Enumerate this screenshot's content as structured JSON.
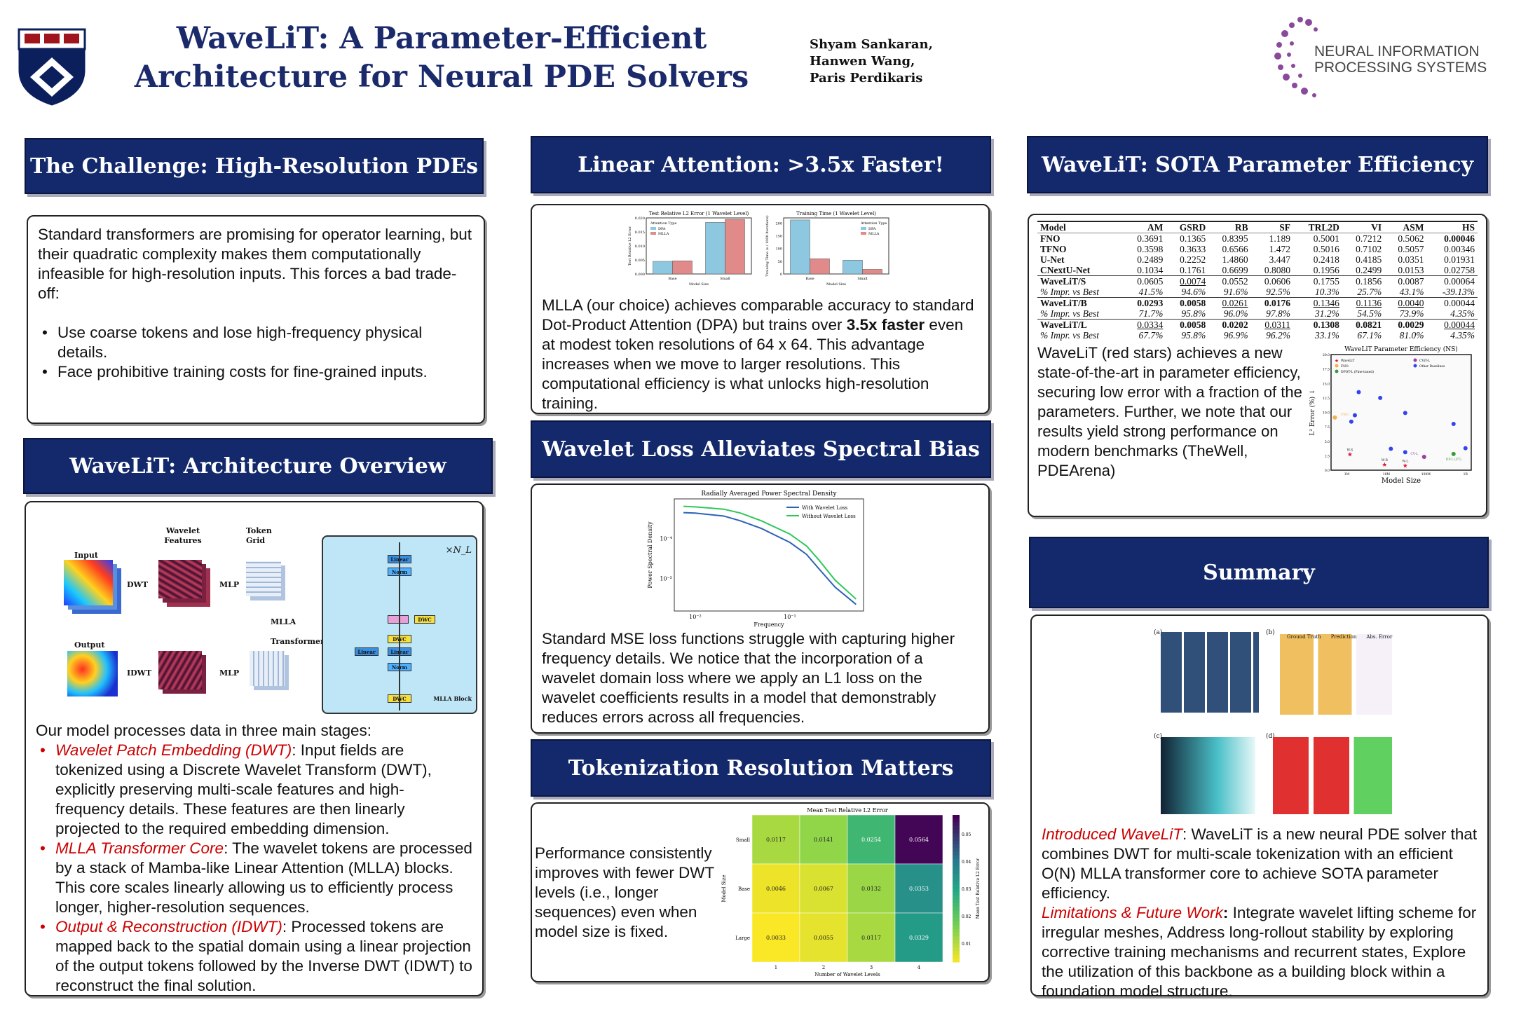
{
  "header": {
    "title_line1": "WaveLiT: A Parameter-Efficient",
    "title_line2": "Architecture for Neural PDE Solvers",
    "authors": [
      "Shyam Sankaran,",
      "Hanwen Wang,",
      "Paris Perdikaris"
    ],
    "neurips_line1": "NEURAL INFORMATION",
    "neurips_line2": "PROCESSING SYSTEMS"
  },
  "colors": {
    "navy": "#13296b",
    "accent_red": "#cc0000"
  },
  "challenge": {
    "heading": "The Challenge: High-Resolution PDEs",
    "body": "Standard transformers are promising for operator learning, but their quadratic complexity makes them computationally infeasible for high-resolution inputs. This forces a bad trade-off:",
    "bullets": [
      "Use coarse tokens and lose high-frequency physical details.",
      "Face prohibitive training costs for fine-grained inputs."
    ]
  },
  "architecture": {
    "heading": "WaveLiT: Architecture Overview",
    "diagram": {
      "input": "Input",
      "wavelet_features": "Wavelet Features",
      "token_grid": "Token Grid",
      "output": "Output",
      "dwt": "DWT",
      "idwt": "IDWT",
      "mlp": "MLP",
      "mlla_transformer": "MLLA Transformer",
      "repeat": "×N_L",
      "mlla_block": "MLLA Block",
      "linear": "Linear",
      "norm": "Norm",
      "dwc": "DWC"
    },
    "intro": "Our model processes data in three main stages:",
    "stages": [
      {
        "name": "Wavelet Patch Embedding (DWT)",
        "text": ": Input fields are tokenized using a Discrete Wavelet Transform (DWT), explicitly preserving multi-scale features and high-frequency details. These features are then linearly projected to the required embedding dimension."
      },
      {
        "name": "MLLA Transformer Core",
        "text": ": The wavelet tokens are processed by a stack of Mamba-like Linear Attention (MLLA) blocks. This core scales linearly allowing us to efficiently process longer, higher-resolution sequences."
      },
      {
        "name": "Output & Reconstruction (IDWT)",
        "text": ": Processed tokens are mapped back to the spatial domain using a linear projection of the output tokens followed by the Inverse DWT (IDWT) to reconstruct the final solution."
      }
    ]
  },
  "linear_attention": {
    "heading": "Linear Attention: >3.5x Faster!",
    "text_a": "MLLA (our choice) achieves comparable accuracy to standard Dot-Product Attention (DPA) but trains over ",
    "text_bold": "3.5x faster",
    "text_b": " even at modest token resolutions of 64 x 64. This advantage increases when we move to larger resolutions. This computational efficiency is what unlocks high-resolution training."
  },
  "wavelet_loss": {
    "heading": "Wavelet Loss Alleviates Spectral Bias",
    "text": "Standard MSE loss functions struggle with capturing higher frequency details. We notice that the incorporation of a wavelet domain loss where we apply an L1 loss on the wavelet coefficients results in a model that demonstrably reduces errors across all frequencies."
  },
  "tokenization": {
    "heading": "Tokenization Resolution Matters",
    "text": "Performance consistently improves with fewer DWT levels (i.e., longer sequences) even when model size is fixed."
  },
  "sota": {
    "heading": "WaveLiT: SOTA Parameter Efficiency",
    "text": "WaveLiT (red stars) achieves a new state-of-the-art in parameter efficiency, securing low error with a fraction of the parameters. Further, we note that our results yield strong performance on modern benchmarks (TheWell, PDEArena)",
    "table": {
      "columns": [
        "Model",
        "AM",
        "GSRD",
        "RB",
        "SF",
        "TRL2D",
        "VI",
        "ASM",
        "HS"
      ],
      "groups": [
        [
          [
            "FNO",
            "0.3691",
            "0.1365",
            "0.8395",
            "1.189",
            "0.5001",
            "0.7212",
            "0.5062",
            "0.00046"
          ],
          [
            "TFNO",
            "0.3598",
            "0.3633",
            "0.6566",
            "1.472",
            "0.5016",
            "0.7102",
            "0.5057",
            "0.00346"
          ],
          [
            "U-Net",
            "0.2489",
            "0.2252",
            "1.4860",
            "3.447",
            "0.2418",
            "0.4185",
            "0.0351",
            "0.01931"
          ],
          [
            "CNextU-Net",
            "0.1034",
            "0.1761",
            "0.6699",
            "0.8080",
            "0.1956",
            "0.2499",
            "0.0153",
            "0.02758"
          ]
        ],
        [
          [
            "WaveLiT/S",
            "0.0605",
            "0.0074",
            "0.0552",
            "0.0606",
            "0.1755",
            "0.1856",
            "0.0087",
            "0.00064"
          ],
          [
            "% Impr. vs Best",
            "41.5%",
            "94.6%",
            "91.6%",
            "92.5%",
            "10.3%",
            "25.7%",
            "43.1%",
            "-39.13%"
          ]
        ],
        [
          [
            "WaveLiT/B",
            "0.0293",
            "0.0058",
            "0.0261",
            "0.0176",
            "0.1346",
            "0.1136",
            "0.0040",
            "0.00044"
          ],
          [
            "% Impr. vs Best",
            "71.7%",
            "95.8%",
            "96.0%",
            "97.8%",
            "31.2%",
            "54.5%",
            "73.9%",
            "4.35%"
          ]
        ],
        [
          [
            "WaveLiT/L",
            "0.0334",
            "0.0058",
            "0.0202",
            "0.0311",
            "0.1308",
            "0.0821",
            "0.0029",
            "0.00044"
          ],
          [
            "% Impr. vs Best",
            "67.7%",
            "95.8%",
            "96.9%",
            "96.2%",
            "33.1%",
            "67.1%",
            "81.0%",
            "4.35%"
          ]
        ]
      ],
      "bold": [
        "0-0-8",
        "2-0-1",
        "2-0-2",
        "2-0-4",
        "3-0-2",
        "3-0-3",
        "3-0-5",
        "3-0-6",
        "3-0-7"
      ],
      "underline": [
        "1-0-2",
        "2-0-3",
        "2-0-5",
        "2-0-6",
        "2-0-7",
        "3-0-1",
        "3-0-4",
        "3-0-8"
      ]
    }
  },
  "summary": {
    "heading": "Summary",
    "fig_labels": [
      "(a)",
      "(b)",
      "(c)",
      "(d)"
    ],
    "fig_cols": [
      "Ground Truth",
      "Prediction",
      "Abs. Error"
    ],
    "p1_label": "Introduced WaveLiT",
    "p1_text": ": WaveLiT is a new neural PDE solver that combines DWT for multi-scale tokenization with an efficient O(N) MLLA transformer core to achieve SOTA parameter efficiency.",
    "p2_label": "Limitations & Future Work",
    "p2_colon": ":",
    "p2_text": " Integrate wavelet lifting scheme for irregular meshes, Address long-rollout stability by exploring corrective training mechanisms and recurrent states, Explore the utilization of this backbone as a building block within a foundation model structure."
  },
  "chart_data": [
    {
      "id": "err",
      "type": "bar",
      "title": "Test Relative L2 Error (1 Wavelet Level)",
      "xlabel": "Model Size",
      "ylabel": "Test Relative L2 Error",
      "categories": [
        "Base",
        "Small"
      ],
      "legend_title": "Attention Type",
      "series": [
        {
          "name": "DPA",
          "color": "#8ec8e0",
          "values": [
            0.0045,
            0.0184
          ]
        },
        {
          "name": "MLLA",
          "color": "#e08a8a",
          "values": [
            0.0047,
            0.0195
          ]
        }
      ],
      "ylim": [
        0,
        0.02
      ],
      "yticks": [
        "0.000",
        "0.005",
        "0.010",
        "0.015",
        "0.020"
      ]
    },
    {
      "id": "time",
      "type": "bar",
      "title": "Training Time (1 Wavelet Level)",
      "xlabel": "Model Size",
      "ylabel": "Training Time (s / 1000 iterations)",
      "categories": [
        "Base",
        "Small"
      ],
      "legend_title": "Attention Type",
      "series": [
        {
          "name": "DPA",
          "color": "#8ec8e0",
          "values": [
            212,
            54
          ]
        },
        {
          "name": "MLLA",
          "color": "#e08a8a",
          "values": [
            60,
            18
          ]
        }
      ],
      "ylim": [
        0,
        220
      ],
      "yticks": [
        "0",
        "50",
        "100",
        "150",
        "200"
      ]
    },
    {
      "id": "psd",
      "type": "line",
      "title": "Radially Averaged Power Spectral Density",
      "xlabel": "Frequency",
      "ylabel": "Power Spectral Density",
      "xscale": "log",
      "yscale": "log",
      "xlim": [
        0.006,
        0.6
      ],
      "ylim": [
        1.5e-06,
        0.001
      ],
      "xticks": [
        "10⁻²",
        "10⁻¹"
      ],
      "yticks": [
        "10⁻⁴",
        "10⁻⁵"
      ],
      "x": [
        0.0075,
        0.01,
        0.02,
        0.03,
        0.05,
        0.1,
        0.15,
        0.2,
        0.3,
        0.5
      ],
      "series": [
        {
          "name": "With Wavelet Loss",
          "color": "#2b62b8",
          "values": [
            0.00045,
            0.00044,
            0.00037,
            0.00028,
            0.00018,
            8e-05,
            4e-05,
            1.8e-05,
            6e-06,
            2.2e-06
          ]
        },
        {
          "name": "Without Wavelet Loss",
          "color": "#2ec85a",
          "values": [
            0.00065,
            0.00063,
            0.00055,
            0.00044,
            0.00028,
            0.00013,
            6.5e-05,
            3e-05,
            9e-06,
            3e-06
          ]
        }
      ]
    },
    {
      "id": "heat",
      "type": "heatmap",
      "title": "Mean Test Relative L2 Error",
      "xlabel": "Number of Wavelet Levels",
      "ylabel": "Model Size",
      "colorbar_label": "Mean Test Relative L2 Error",
      "x": [
        "1",
        "2",
        "3",
        "4"
      ],
      "y": [
        "Small",
        "Base",
        "Large"
      ],
      "values": [
        [
          0.0117,
          0.0141,
          0.0254,
          0.0564
        ],
        [
          0.0046,
          0.0067,
          0.0132,
          0.0353
        ],
        [
          0.0033,
          0.0055,
          0.0117,
          0.0329
        ]
      ],
      "cticks": [
        "0.05",
        "0.04",
        "0.03",
        "0.02",
        "0.01"
      ],
      "crange": [
        0.003,
        0.057
      ]
    },
    {
      "id": "eff",
      "type": "scatter",
      "title": "WaveLiT Parameter Efficiency (NS)",
      "xlabel": "Model Size",
      "ylabel": "L² Error (%) ↓",
      "xscale": "log",
      "xlim": [
        400000,
        1400000000
      ],
      "ylim": [
        0,
        20
      ],
      "xticks": [
        "1M",
        "10M",
        "100M",
        "1B"
      ],
      "yticks": [
        "0.0",
        "2.5",
        "5.0",
        "7.5",
        "10.0",
        "12.5",
        "15.0",
        "17.5",
        "20.0"
      ],
      "series": [
        {
          "name": "WaveLiT",
          "color": "#dc143c",
          "marker": "star",
          "points": [
            [
              1200000,
              2.7,
              "W-S"
            ],
            [
              9000000,
              1.0,
              "W-B"
            ],
            [
              30000000,
              0.8,
              "W-L"
            ]
          ]
        },
        {
          "name": "FNO",
          "color": "#f5b04a",
          "marker": "circle",
          "points": [
            [
              500000,
              9.1,
              "FNO"
            ]
          ]
        },
        {
          "name": "DPOT-L (Fine-tuned)",
          "color": "#3a9a3a",
          "marker": "circle",
          "points": [
            [
              500000000,
              2.8,
              "DP-L (FT)"
            ]
          ]
        },
        {
          "name": "CViT-L",
          "color": "#9b3fa0",
          "marker": "circle",
          "points": [
            [
              90000000,
              2.3,
              "CV-L"
            ]
          ]
        },
        {
          "name": "Other Baselines",
          "color": "#3344ee",
          "marker": "circle",
          "points": [
            [
              1300000,
              8.4,
              ""
            ],
            [
              1600000,
              9.5,
              ""
            ],
            [
              2000000,
              13.5,
              ""
            ],
            [
              7000000,
              12.5,
              ""
            ],
            [
              13000000,
              3.7,
              ""
            ],
            [
              30000000,
              9.9,
              ""
            ],
            [
              30000000,
              3.1,
              ""
            ],
            [
              500000000,
              8.0,
              ""
            ],
            [
              1000000000,
              3.8,
              ""
            ]
          ]
        }
      ]
    }
  ]
}
